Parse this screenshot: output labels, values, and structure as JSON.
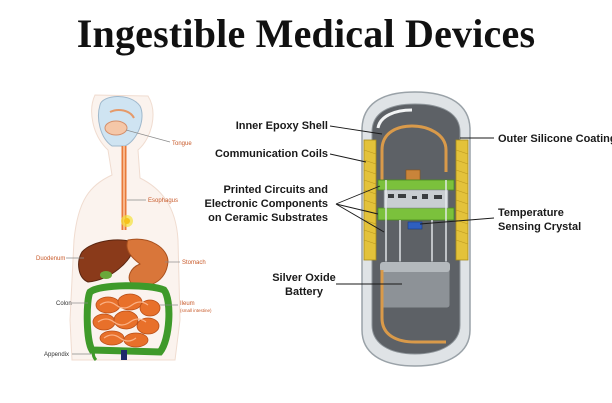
{
  "title": "Ingestible Medical Devices",
  "anatomy_labels": {
    "tongue": "Tongue",
    "esophagus": "Esophagus",
    "duodenum": "Duodenum",
    "stomach": "Stomach",
    "colon": "Colon",
    "ileum": "Ileum",
    "ileum_sub": "(small intestine)",
    "appendix": "Appendix"
  },
  "device_labels": {
    "inner_epoxy_shell": "Inner Epoxy Shell",
    "communication_coils": "Communication Coils",
    "printed_circuits_1": "Printed Circuits and",
    "printed_circuits_2": "Electronic Components",
    "printed_circuits_3": "on Ceramic Substrates",
    "silver_oxide_1": "Silver Oxide",
    "silver_oxide_2": "Battery",
    "outer_silicone": "Outer Silicone Coating",
    "temperature_1": "Temperature",
    "temperature_2": "Sensing Crystal"
  },
  "colors": {
    "intestine": "#e8702a",
    "organ_dark": "#8a3a1a",
    "coil": "#e3c23a",
    "board": "#7bc13c",
    "shell": "#d8dde0"
  }
}
